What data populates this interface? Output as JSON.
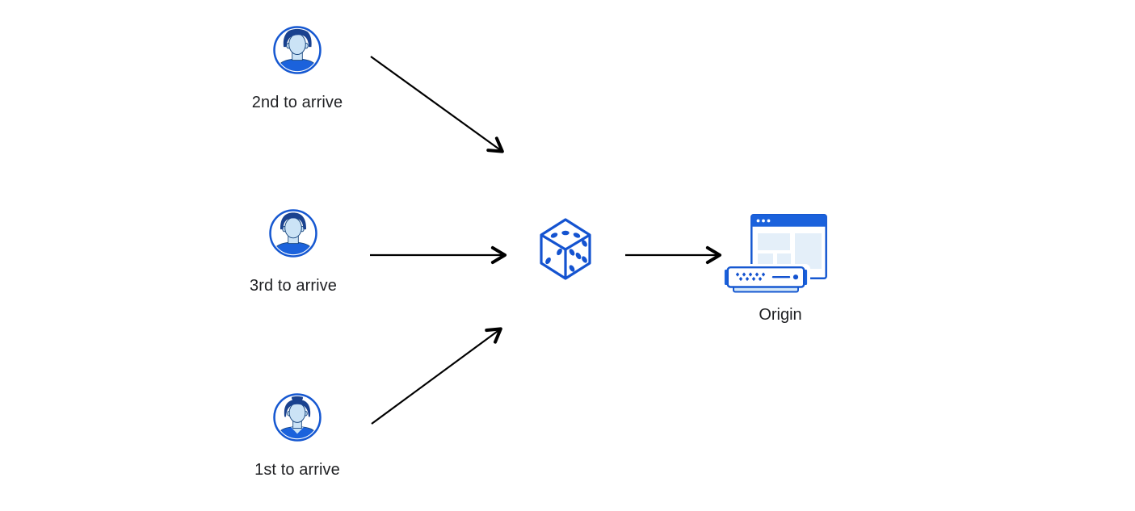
{
  "diagram_title": "random-selection-to-origin-diagram",
  "users": [
    {
      "label": "2nd to arrive",
      "icon": "avatar-male-quiff-icon"
    },
    {
      "label": "3rd to arrive",
      "icon": "avatar-male-crop-icon"
    },
    {
      "label": "1st to arrive",
      "icon": "avatar-female-bun-icon"
    }
  ],
  "selector": {
    "icon": "dice-icon"
  },
  "origin": {
    "label": "Origin",
    "icon": "origin-server-icon"
  },
  "connections": [
    {
      "from": "user-2nd-to-arrive",
      "to": "dice"
    },
    {
      "from": "user-3rd-to-arrive",
      "to": "dice"
    },
    {
      "from": "user-1st-to-arrive",
      "to": "dice"
    },
    {
      "from": "dice",
      "to": "origin"
    }
  ],
  "colors": {
    "primary_blue": "#1658d1",
    "shirt_blue": "#1b62dc",
    "hair_navy": "#1a428f",
    "face_light": "#cbe3f6",
    "face_outline": "#16457e",
    "panel_light": "#e4eff9",
    "server_base_light": "#d6e9f8",
    "arrow": "#000000",
    "text": "#1f2023",
    "background": "#ffffff"
  }
}
